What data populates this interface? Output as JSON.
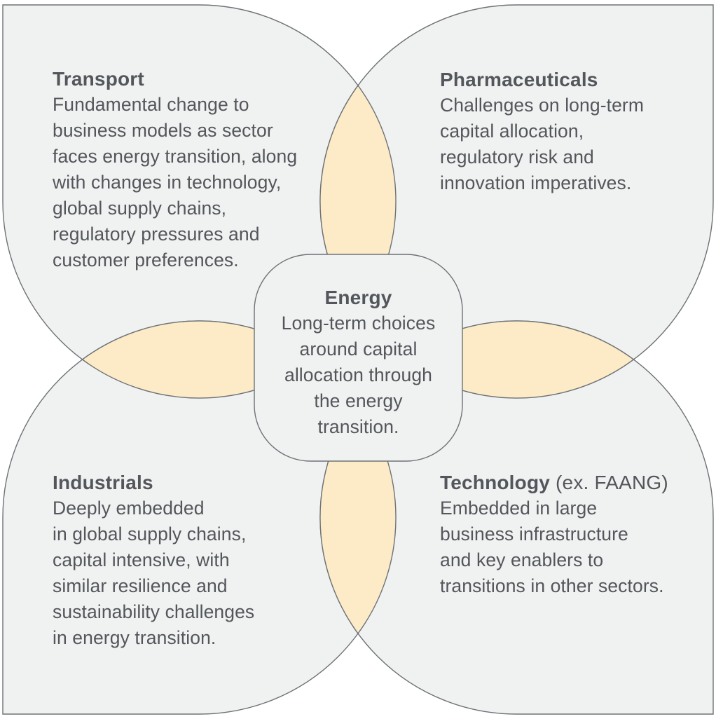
{
  "colors": {
    "background": "#ffffff",
    "petal_fill": "#f0f2f2",
    "overlap_fill": "#fcebc6",
    "outline": "#6e7276",
    "text": "#53565a"
  },
  "sectors": {
    "transport": {
      "title": "Transport",
      "description": "Fundamental change to\nbusiness models as sector\nfaces energy transition, along\nwith changes in technology,\nglobal supply chains,\nregulatory pressures and\ncustomer preferences."
    },
    "pharmaceuticals": {
      "title": "Pharmaceuticals",
      "description": "Challenges on long-term\ncapital allocation,\nregulatory risk and\ninnovation imperatives."
    },
    "energy": {
      "title": "Energy",
      "description": "Long-term choices\naround capital\nallocation through\nthe energy\ntransition."
    },
    "industrials": {
      "title": "Industrials",
      "description": "Deeply embedded\nin global supply chains,\ncapital intensive, with\nsimilar resilience and\nsustainability challenges\nin energy transition."
    },
    "technology": {
      "title": "Technology",
      "title_suffix": " (ex. FAANG)",
      "description": "Embedded in large\nbusiness infrastructure\nand key enablers to\ntransitions in other sectors."
    }
  }
}
